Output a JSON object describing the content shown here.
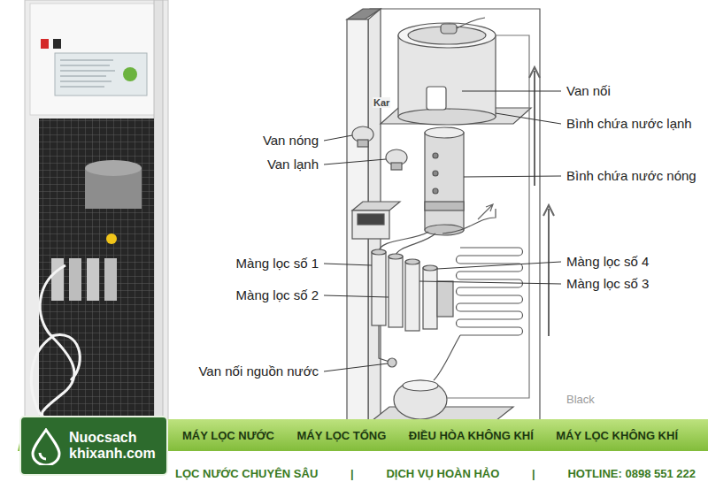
{
  "diagram": {
    "nodes": [
      {
        "text": [
          "Nuocsach khixanh.com"
        ]
      },
      {
        "text": [
          "MÁY LỌC NƯỚC",
          "MÁY LỌC TỔNG",
          "ĐIỀU HÒA KHÔNG KHÍ",
          "MÁY LỌC KHÔNG KHÍ"
        ]
      }
    ],
    "labels": [
      "Van nối",
      "Bình chứa nước lạnh",
      "Van nóng",
      "Bình chứa nước nóng",
      "Van lạnh",
      "Màng lọc số 1",
      "Màng lọc số 4",
      "Màng lọc số 3",
      "Màng lọc số 2",
      "Van nối nguồn nước",
      "Kar",
      "Black",
      "LỌC NƯỚC CHUYÊN SÂU",
      "|",
      "DỊCH VỤ HOÀN HẢO",
      "|",
      "HOTLINE: 0898 551 222"
    ]
  }
}
